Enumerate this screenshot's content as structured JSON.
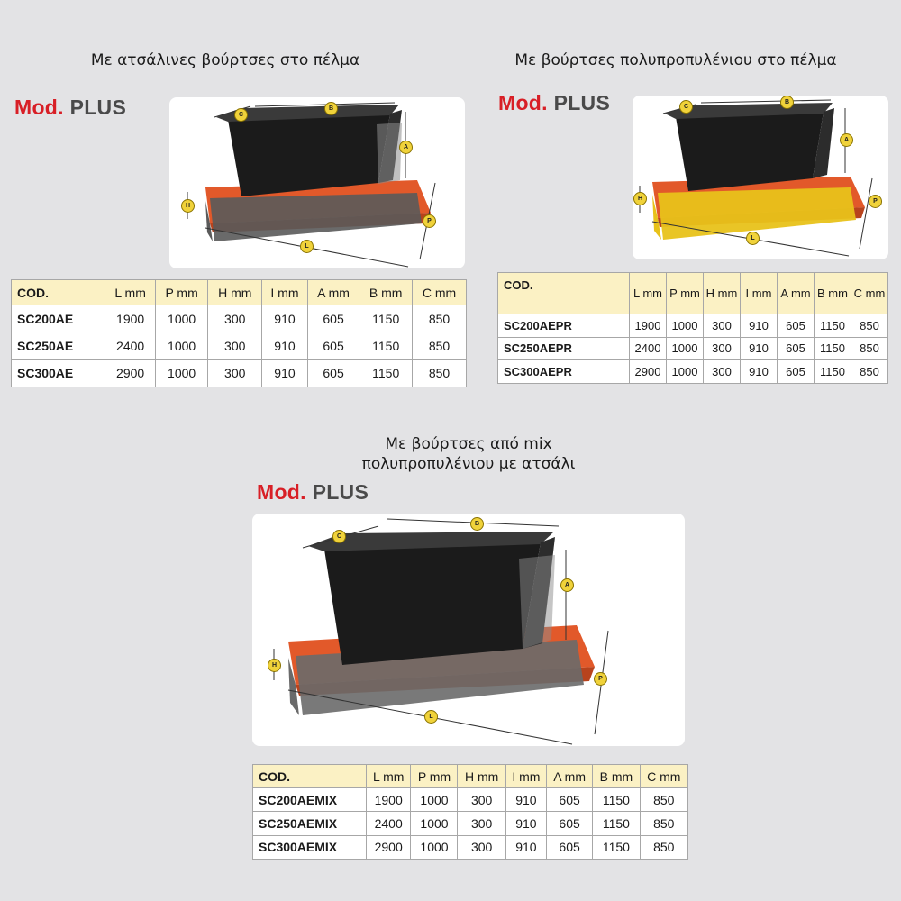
{
  "sections": [
    {
      "title": "Με ατσάλινες βούρτσες στο πέλμα",
      "mod_prefix": "Mod.",
      "mod_name": "PLUS",
      "bristle_color": "#5a5a5a",
      "dimension_labels": [
        "C",
        "B",
        "A",
        "H",
        "P",
        "L"
      ],
      "table": {
        "headers": [
          "COD.",
          "L mm",
          "P mm",
          "H mm",
          "I mm",
          "A mm",
          "B mm",
          "C mm"
        ],
        "rows": [
          [
            "SC200AE",
            "1900",
            "1000",
            "300",
            "910",
            "605",
            "1150",
            "850"
          ],
          [
            "SC250AE",
            "2400",
            "1000",
            "300",
            "910",
            "605",
            "1150",
            "850"
          ],
          [
            "SC300AE",
            "2900",
            "1000",
            "300",
            "910",
            "605",
            "1150",
            "850"
          ]
        ]
      }
    },
    {
      "title": "Με βούρτσες πολυπροπυλένιου στο πέλμα",
      "mod_prefix": "Mod.",
      "mod_name": "PLUS",
      "bristle_color": "#e8c21a",
      "dimension_labels": [
        "C",
        "B",
        "A",
        "H",
        "P",
        "L"
      ],
      "table": {
        "headers": [
          "COD.",
          "L mm",
          "P mm",
          "H mm",
          "I mm",
          "A mm",
          "B mm",
          "C mm"
        ],
        "rows": [
          [
            "SC200AEPR",
            "1900",
            "1000",
            "300",
            "910",
            "605",
            "1150",
            "850"
          ],
          [
            "SC250AEPR",
            "2400",
            "1000",
            "300",
            "910",
            "605",
            "1150",
            "850"
          ],
          [
            "SC300AEPR",
            "2900",
            "1000",
            "300",
            "910",
            "605",
            "1150",
            "850"
          ]
        ]
      }
    },
    {
      "title_line1": "Με βούρτσες από mix",
      "title_line2": "πολυπροπυλένιου με ατσάλι",
      "mod_prefix": "Mod.",
      "mod_name": "PLUS",
      "bristle_color": "#6a6a6a",
      "dimension_labels": [
        "C",
        "B",
        "A",
        "H",
        "P",
        "L"
      ],
      "table": {
        "headers": [
          "COD.",
          "L mm",
          "P mm",
          "H mm",
          "I mm",
          "A mm",
          "B mm",
          "C mm"
        ],
        "rows": [
          [
            "SC200AEMIX",
            "1900",
            "1000",
            "300",
            "910",
            "605",
            "1150",
            "850"
          ],
          [
            "SC250AEMIX",
            "2400",
            "1000",
            "300",
            "910",
            "605",
            "1150",
            "850"
          ],
          [
            "SC300AEMIX",
            "2900",
            "1000",
            "300",
            "910",
            "605",
            "1150",
            "850"
          ]
        ]
      }
    }
  ],
  "colors": {
    "brush_body": "#e2592a",
    "hopper": "#1b1b1b",
    "mod_red": "#d81f26",
    "table_header": "#fbf1c4"
  }
}
